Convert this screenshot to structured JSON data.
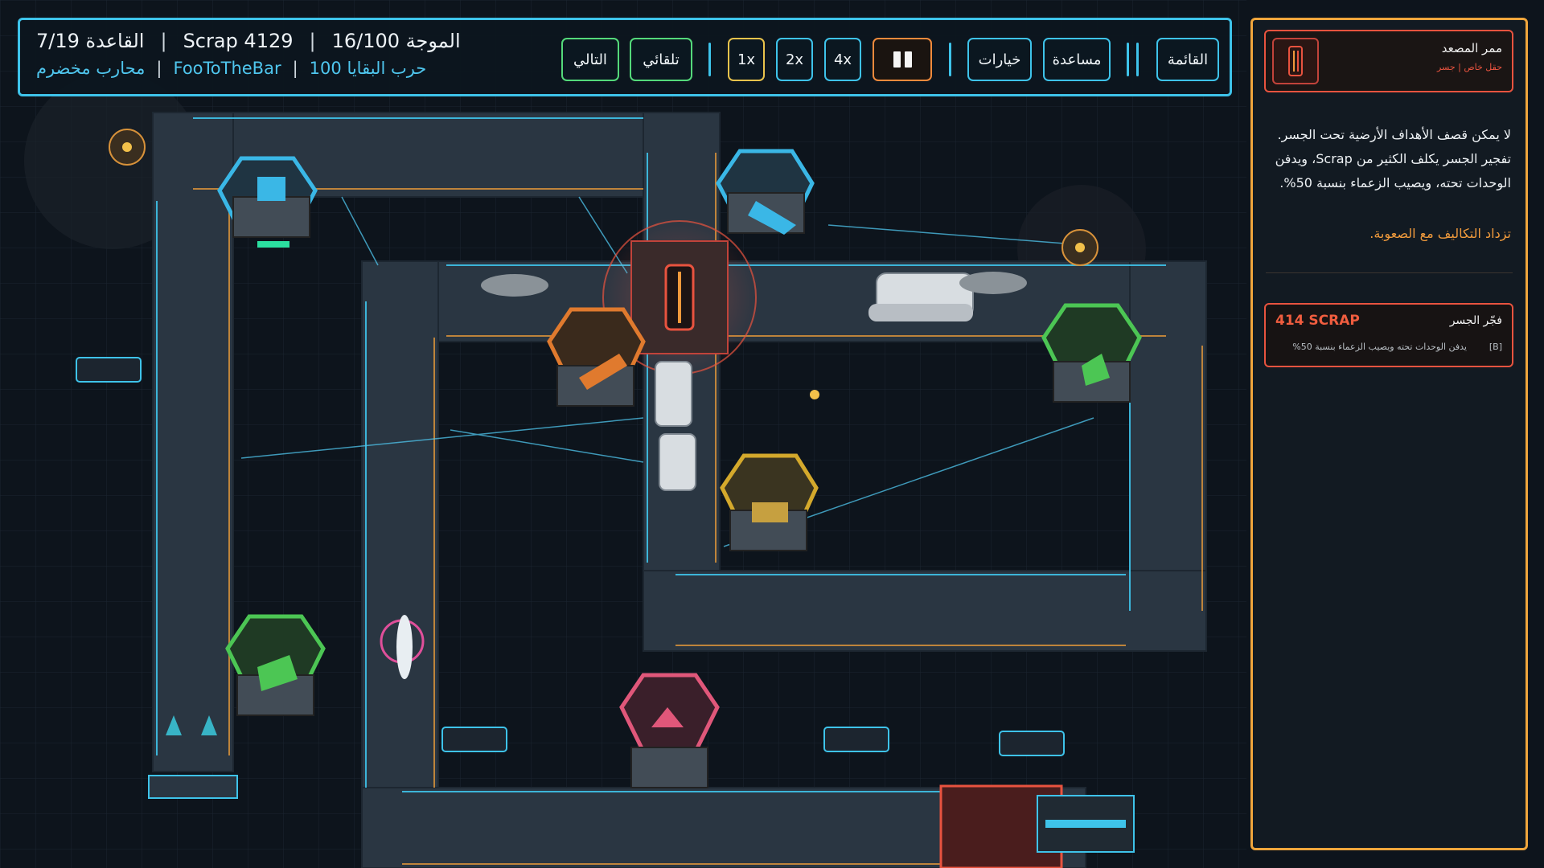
{
  "hud": {
    "wave": "16/100 الموجة",
    "scrap": "Scrap 4129",
    "base": "7/19 القاعدة",
    "survivors": "حرب البقايا 100",
    "player": "FooToTheBar",
    "rank": "محارب مخضرم",
    "separator": "|"
  },
  "toolbar": {
    "next_label": "التالي",
    "auto_label": "تلقائي",
    "speed_1x": "1x",
    "speed_2x": "2x",
    "speed_4x": "4x",
    "options_label": "خيارات",
    "help_label": "مساعدة",
    "menu_label": "القائمة"
  },
  "panel": {
    "zone_title": "ممر المصعد",
    "zone_subtitle": "حقل خاص | جسر",
    "description": "لا يمكن قصف الأهداف الأرضية تحت الجسر. تفجير الجسر يكلف الكثير من Scrap، ويدفن الوحدات تحته، ويصيب الزعماء بنسبة 50%.",
    "warning": "تزداد التكاليف مع الصعوبة.",
    "action": {
      "name": "فجّر الجسر",
      "cost": "414 SCRAP",
      "key": "[B]",
      "description": "يدفن الوحدات تحته ويصيب الزعماء بنسبة 50%"
    }
  },
  "colors": {
    "accent": "#3ec3ea",
    "panel_border": "#f0a63c",
    "danger": "#e8533f",
    "tower_blue": "#3ab7e6",
    "tower_orange": "#e07a2e",
    "tower_green": "#4cc654",
    "tower_yellow": "#d4a92c",
    "tower_pink": "#e0577a"
  },
  "icons": {
    "pause": "pause-icon",
    "zone": "elevator-icon"
  }
}
